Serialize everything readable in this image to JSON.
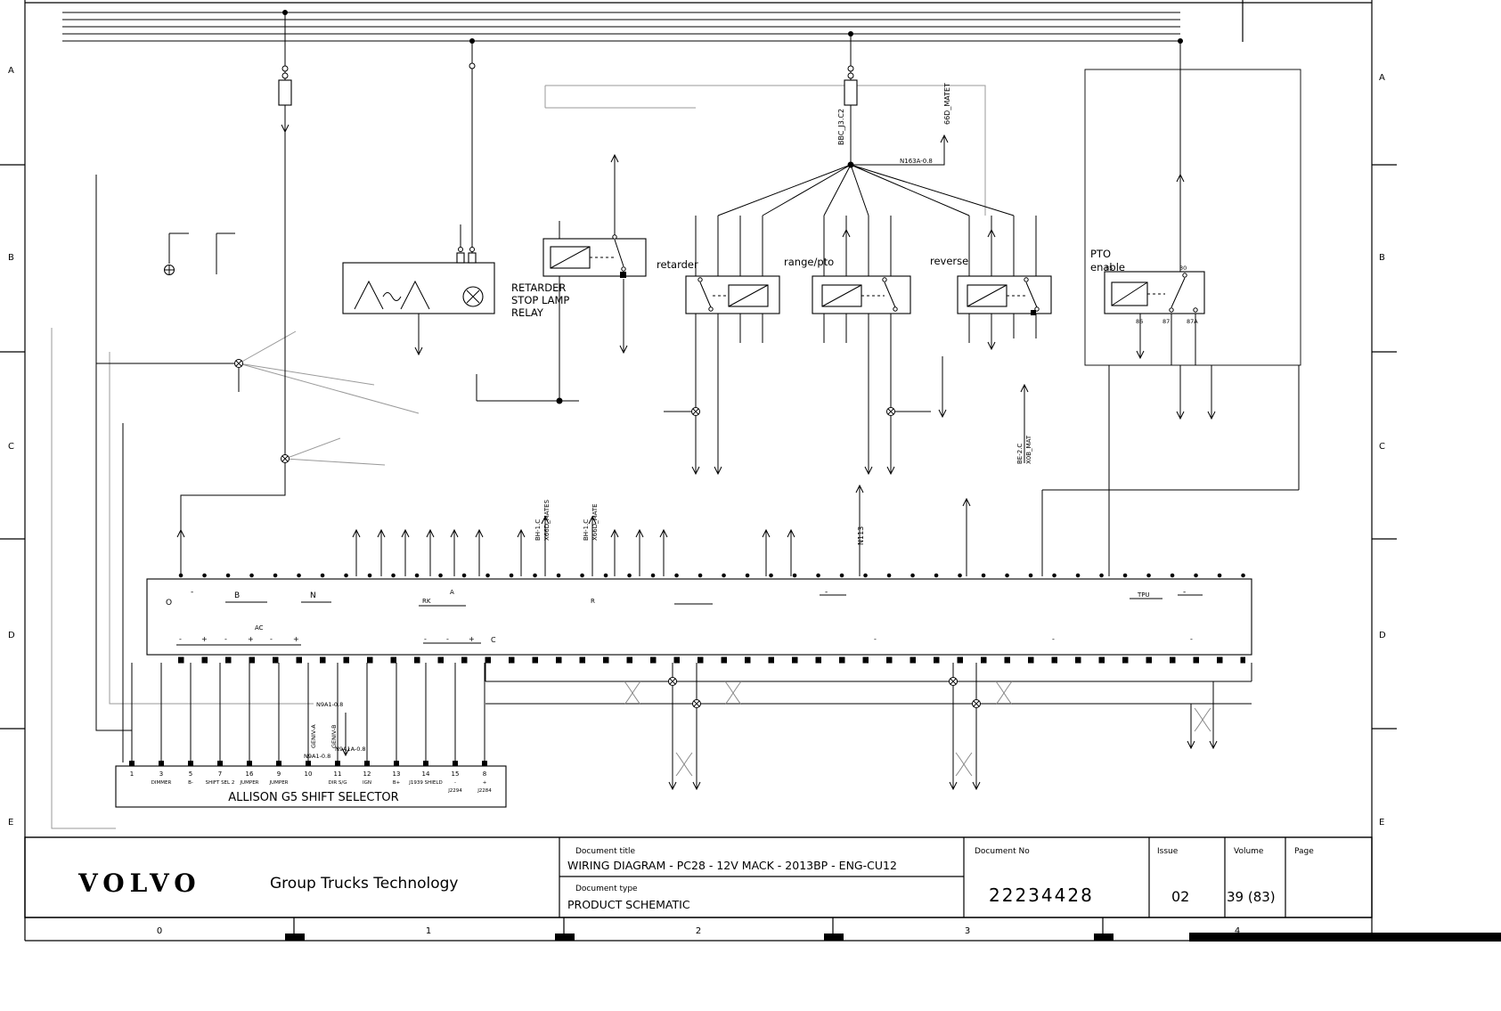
{
  "frame": {
    "rows": [
      "A",
      "B",
      "C",
      "D",
      "E"
    ],
    "cols": [
      "0",
      "1",
      "2",
      "3",
      "4"
    ]
  },
  "title_block": {
    "logo": "VOLVO",
    "company": "Group Trucks Technology",
    "doc_title_label": "Document title",
    "doc_title": "WIRING DIAGRAM - PC28 - 12V MACK - 2013BP - ENG-CU12",
    "doc_type_label": "Document type",
    "doc_type": "PRODUCT SCHEMATIC",
    "doc_no_label": "Document No",
    "doc_no": "22234428",
    "issue_label": "Issue",
    "issue": "02",
    "volume_label": "Volume",
    "volume": "39 (83)",
    "page_label": "Page"
  },
  "components": {
    "rsl1": "RETARDER",
    "rsl2": "STOP LAMP",
    "rsl3": "RELAY",
    "retarder": "retarder",
    "range_pto": "range/pto",
    "reverse": "reverse",
    "pto1": "PTO",
    "pto2": "enable"
  },
  "wire_labels": {
    "bbc": "BBC_J3.C2",
    "matet": "66D_MATET",
    "n163a": "N163A-0.8",
    "bh1c_a": "BH-1.C",
    "mates": "X66D_MATES",
    "bh1c_b": "BH-1.C",
    "mate": "X66D_MATE",
    "n113": "N113",
    "be2c": "BE-2.C",
    "x0b": "X0B_MAT",
    "geniv_a": "GENIV-A",
    "geniv_b": "GENIV-B",
    "n9a1_1": "N9A1-0.8",
    "n9a1a": "N9A1A-0.8",
    "n9a1_2": "N9A1-0.8"
  },
  "relay_pins": {
    "p85": "85",
    "p30": "30",
    "p86": "86",
    "p87": "87",
    "p87a": "87A"
  },
  "strip": {
    "row1": [
      "O",
      "-",
      "B",
      "N",
      "RK",
      "A",
      "R",
      "-",
      "TPU",
      "-"
    ],
    "row2": [
      "-",
      "+",
      "-",
      "+",
      "-",
      "+",
      "AC",
      "-",
      "-",
      "+",
      "C",
      "-",
      "-",
      "-"
    ]
  },
  "selector": {
    "title": "ALLISON G5 SHIFT SELECTOR",
    "pins": [
      {
        "n": "1",
        "l": ""
      },
      {
        "n": "3",
        "l": "DIMMER"
      },
      {
        "n": "5",
        "l": "B-"
      },
      {
        "n": "7",
        "l": "SHIFT SEL 2"
      },
      {
        "n": "16",
        "l": "JUMPER"
      },
      {
        "n": "9",
        "l": "JUMPER"
      },
      {
        "n": "10",
        "l": ""
      },
      {
        "n": "11",
        "l": "DIR S/G"
      },
      {
        "n": "12",
        "l": "IGN"
      },
      {
        "n": "13",
        "l": "B+"
      },
      {
        "n": "14",
        "l": "J1939 SHIELD"
      },
      {
        "n": "15",
        "l": "-"
      },
      {
        "n": "8",
        "l": "+"
      }
    ],
    "sub1": "J2294",
    "sub2": "J2284"
  }
}
